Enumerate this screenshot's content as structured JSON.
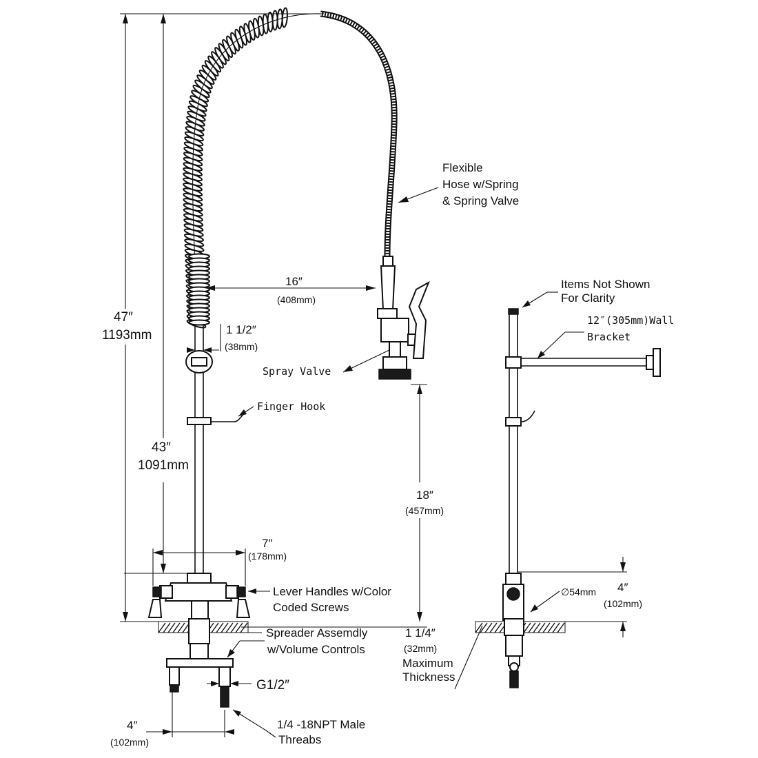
{
  "front_view": {
    "dims": {
      "total_height": {
        "in": "47″",
        "mm": "1193mm"
      },
      "riser_height": {
        "in": "43″",
        "mm": "1091mm"
      },
      "reach": {
        "in": "16″",
        "mm": "(408mm)"
      },
      "riser_diameter": {
        "in": "1 1/2″",
        "mm": "(38mm)"
      },
      "spread": {
        "in": "7″",
        "mm": "(178mm)"
      },
      "valve_height": {
        "in": "18″",
        "mm": "(457mm)"
      },
      "inlet_spacing": {
        "in": "4″",
        "mm": "(102mm)"
      }
    },
    "callouts": {
      "hose": [
        "Flexible",
        "Hose w/Spring",
        "& Spring Valve"
      ],
      "spray_valve": "Spray Valve",
      "finger_hook": "Finger Hook",
      "lever_handles": [
        "Lever Handles w/Color",
        "Coded Screws"
      ],
      "spreader": [
        "Spreader Assemdly",
        "w/Volume Controls"
      ],
      "thickness": [
        "1 1/4″",
        "(32mm)",
        "Maximum",
        "Thickness"
      ],
      "inlet": "G1/2″",
      "threads": [
        "1/4 -18NPT Male",
        "Threabs"
      ]
    }
  },
  "side_view": {
    "callouts": {
      "not_shown": [
        "Items Not Shown",
        "For Clarity"
      ],
      "wall_bracket": [
        "12″(305mm)Wall",
        "Bracket"
      ],
      "body_diameter": "∅54mm"
    },
    "dims": {
      "body_height": {
        "in": "4″",
        "mm": "(102mm)"
      }
    }
  },
  "colors": {
    "ink": "#111111",
    "background": "#ffffff"
  }
}
